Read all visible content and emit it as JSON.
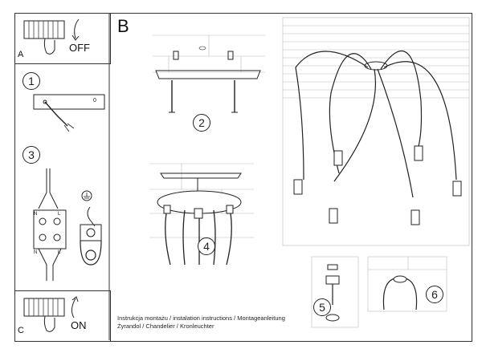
{
  "panel_a": {
    "letter": "A",
    "switch_state": "OFF"
  },
  "panel_b": {
    "letter": "B"
  },
  "panel_c": {
    "letter": "C",
    "switch_state": "ON"
  },
  "steps": [
    "1",
    "2",
    "3",
    "4",
    "5",
    "6"
  ],
  "terminal_labels": {
    "neutral": "N",
    "live": "L"
  },
  "slot_marker": "0",
  "caption": {
    "line1": "Instrukcja montażu / instalation instructions / Montageanleitung",
    "line2": "Żyrandol / Chandelier / Kronleuchter"
  }
}
